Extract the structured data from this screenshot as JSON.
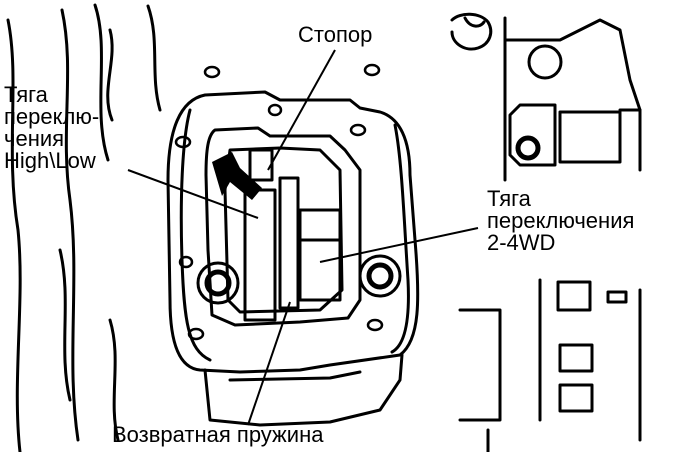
{
  "labels": {
    "stopper": "Стопор",
    "high_low_rod": "Тяга\nпереклю-\nчения\nHigh\\Low",
    "wd_rod": "Тяга\nпереключения\n2-4WD",
    "return_spring": "Возвратная пружина"
  }
}
